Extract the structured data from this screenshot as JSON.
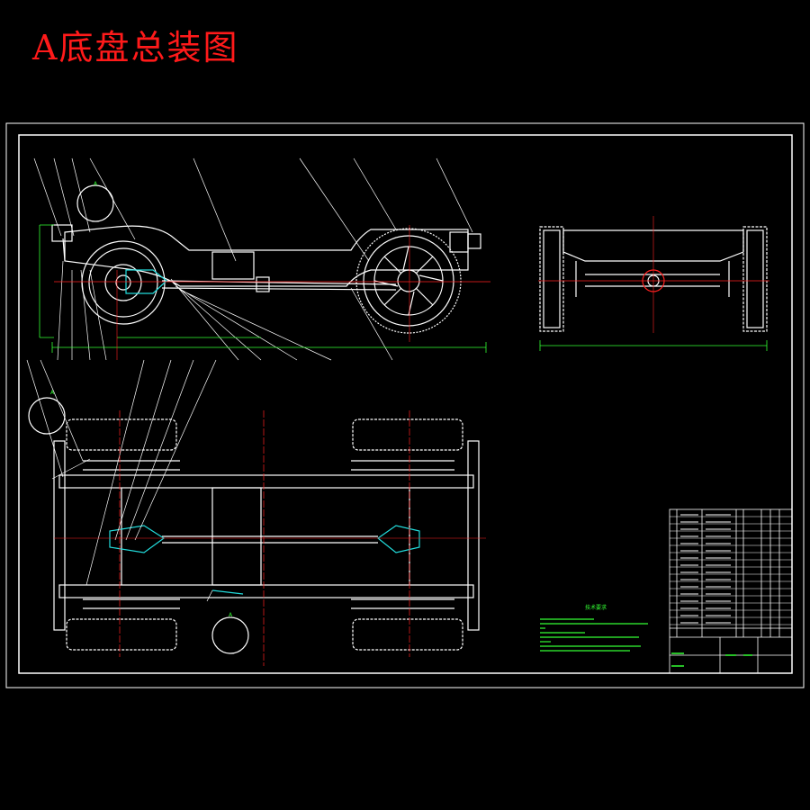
{
  "title": "A底盘总装图",
  "colors": {
    "background": "#000000",
    "title": "#ff1a1a",
    "lines": "#ffffff",
    "center_lines": "#ff2020",
    "dimensions": "#33ff33",
    "highlight": "#22dddd"
  },
  "view_markers": {
    "top": "A",
    "middle": "A",
    "bottom": "A"
  },
  "notes": {
    "title": "技术要求"
  }
}
